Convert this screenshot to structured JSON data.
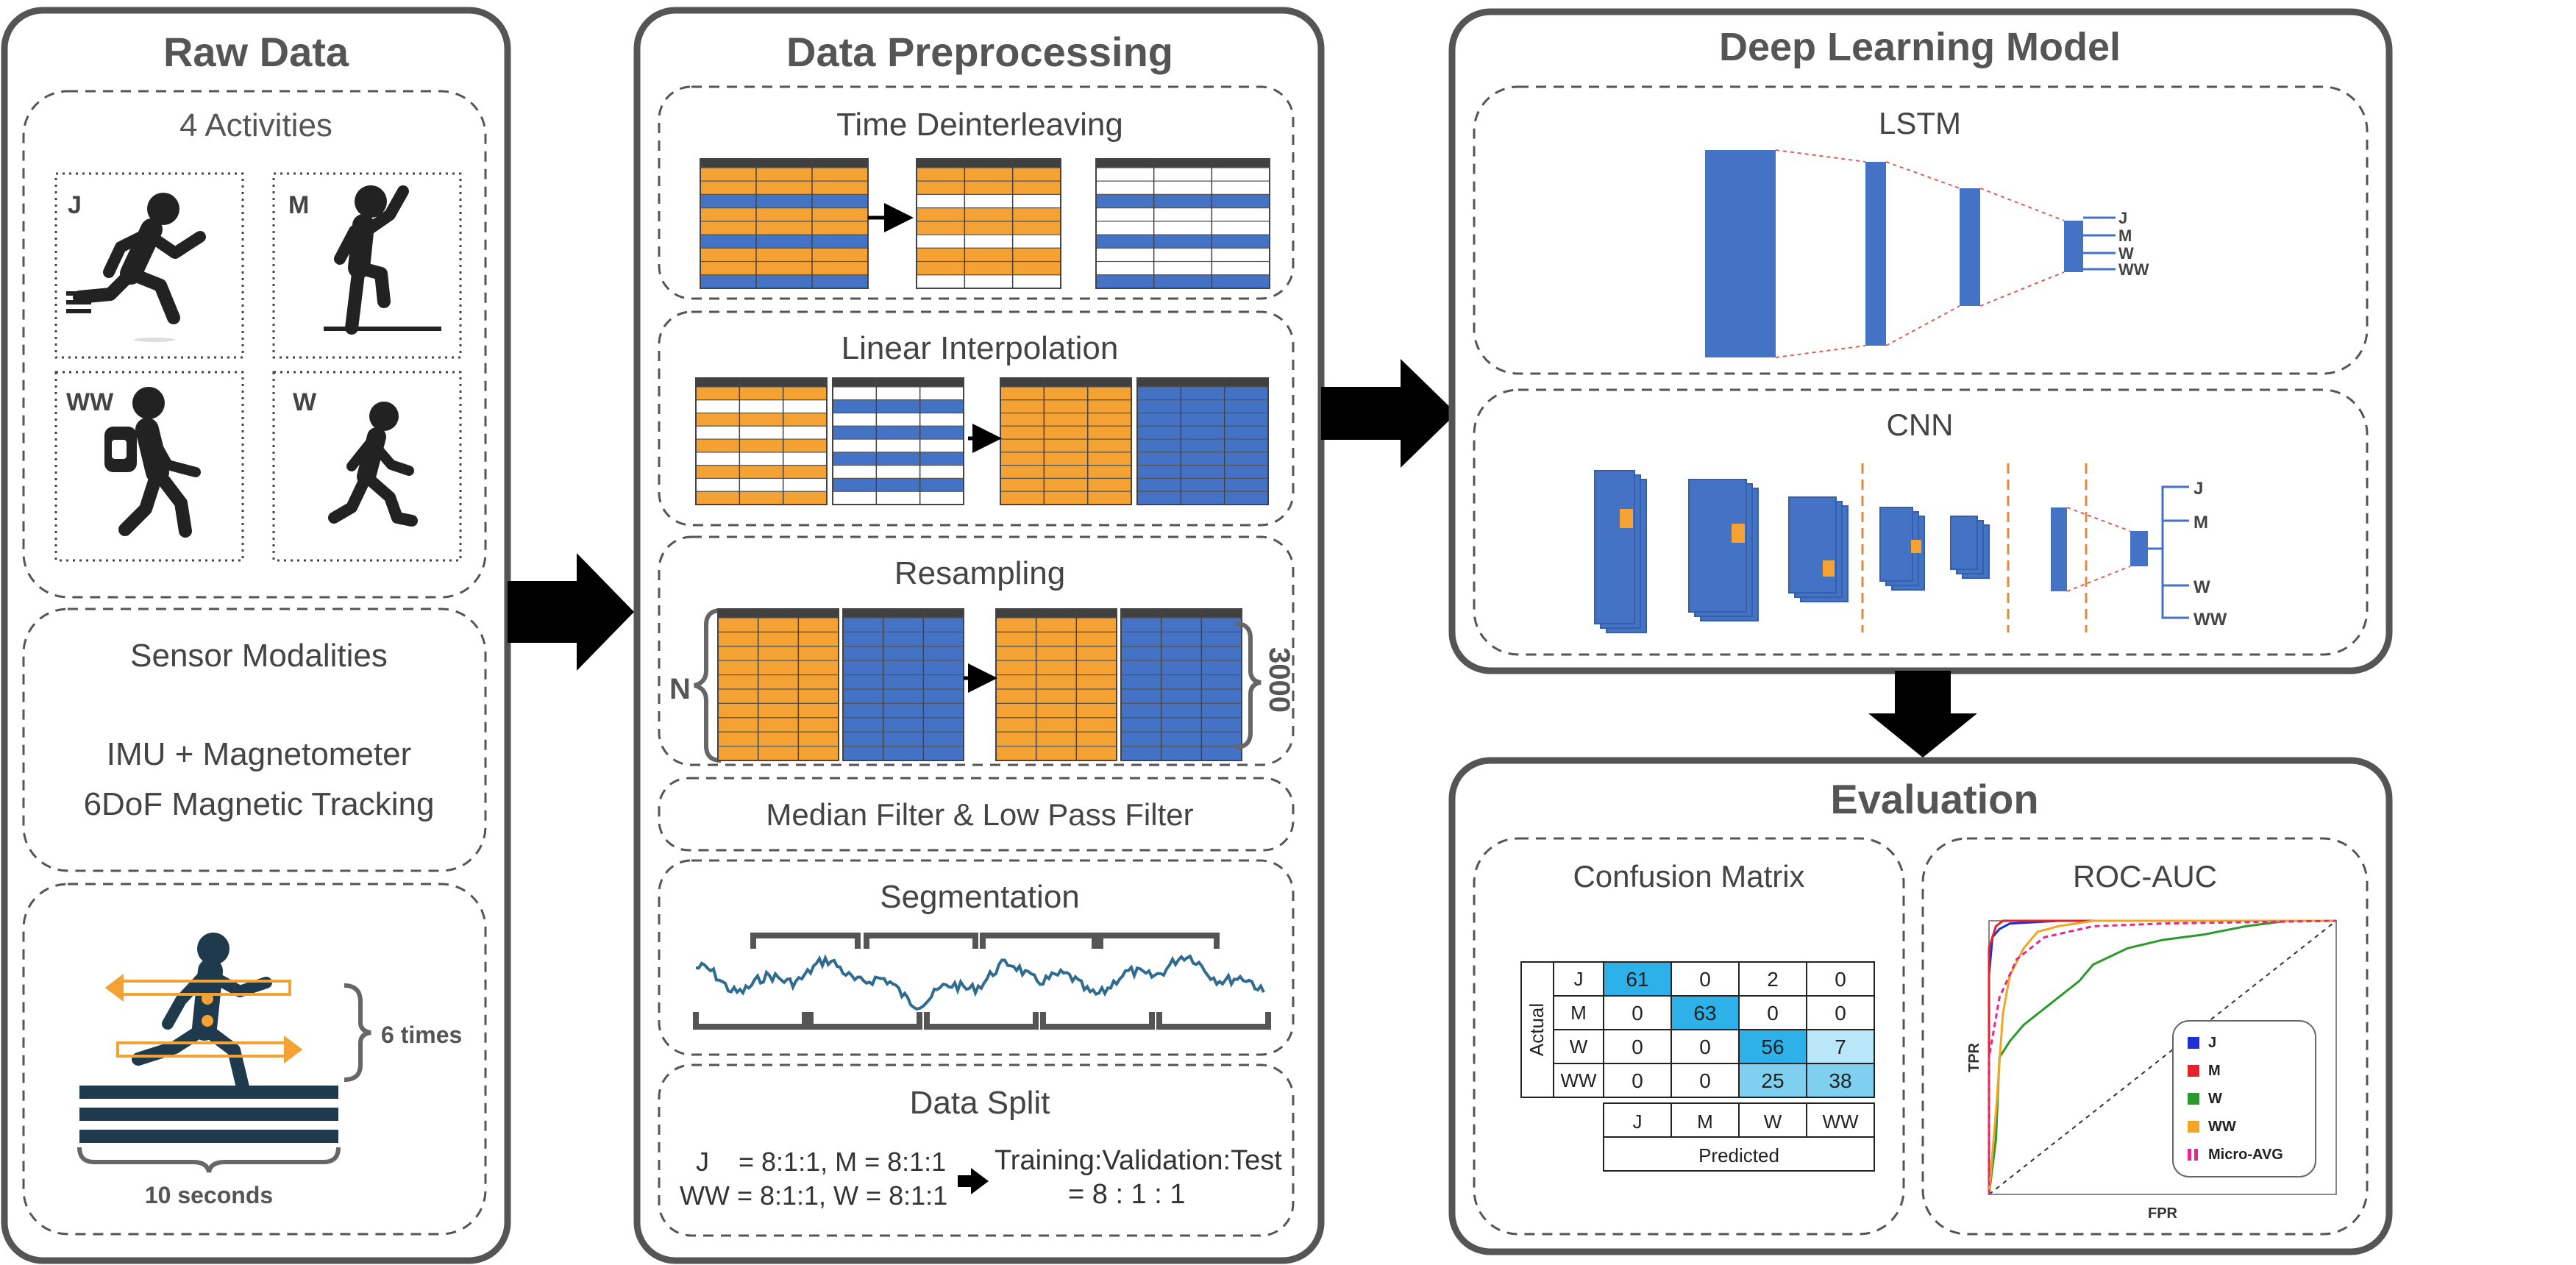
{
  "raw": {
    "title": "Raw Data",
    "activities_title": "4 Activities",
    "activities": [
      "J",
      "M",
      "WW",
      "W"
    ],
    "sensor_title": "Sensor Modalities",
    "sensor_line1": "IMU + Magnetometer",
    "sensor_line2": "6DoF Magnetic Tracking",
    "times_label": "6 times",
    "seconds_label": "10 seconds"
  },
  "prep": {
    "title": "Data Preprocessing",
    "step_deinterleave": "Time Deinterleaving",
    "step_interp": "Linear Interpolation",
    "step_resample": "Resampling",
    "resample_n": "N",
    "resample_count": "3000",
    "step_filter": "Median Filter & Low Pass Filter",
    "step_segment": "Segmentation",
    "step_split": "Data Split",
    "split_line1": "J    = 8:1:1, M = 8:1:1",
    "split_line2": "WW = 8:1:1, W = 8:1:1",
    "split_result1": "Training:Validation:Test",
    "split_result2": "= 8 : 1 : 1"
  },
  "model": {
    "title": "Deep Learning Model",
    "lstm_title": "LSTM",
    "cnn_title": "CNN",
    "outputs": [
      "J",
      "M",
      "W",
      "WW"
    ]
  },
  "eval": {
    "title": "Evaluation",
    "cm_title": "Confusion Matrix",
    "roc_title": "ROC-AUC",
    "cm_actual": "Actual",
    "cm_predicted": "Predicted",
    "cm_labels": [
      "J",
      "M",
      "W",
      "WW"
    ],
    "cm_values": [
      [
        61,
        0,
        2,
        0
      ],
      [
        0,
        63,
        0,
        0
      ],
      [
        0,
        0,
        56,
        7
      ],
      [
        0,
        0,
        25,
        38
      ]
    ],
    "roc_ylabel": "TPR",
    "roc_xlabel": "FPR",
    "roc_legend": [
      "J",
      "M",
      "W",
      "WW",
      "Micro-AVG"
    ]
  },
  "colors": {
    "orange": "#f4a233",
    "blue": "#4472c4",
    "dark": "#404040",
    "figure": "#1f3a4d",
    "signal": "#2f6c8f",
    "cm_dark": "#2eb0e8",
    "cm_light": "#b9e6f8",
    "cm_mid": "#7fd0f0",
    "roc_j": "#1f2fd6",
    "roc_m": "#e8202a",
    "roc_w": "#2a9a2a",
    "roc_ww": "#f2a623",
    "roc_micro": "#e5278e"
  }
}
